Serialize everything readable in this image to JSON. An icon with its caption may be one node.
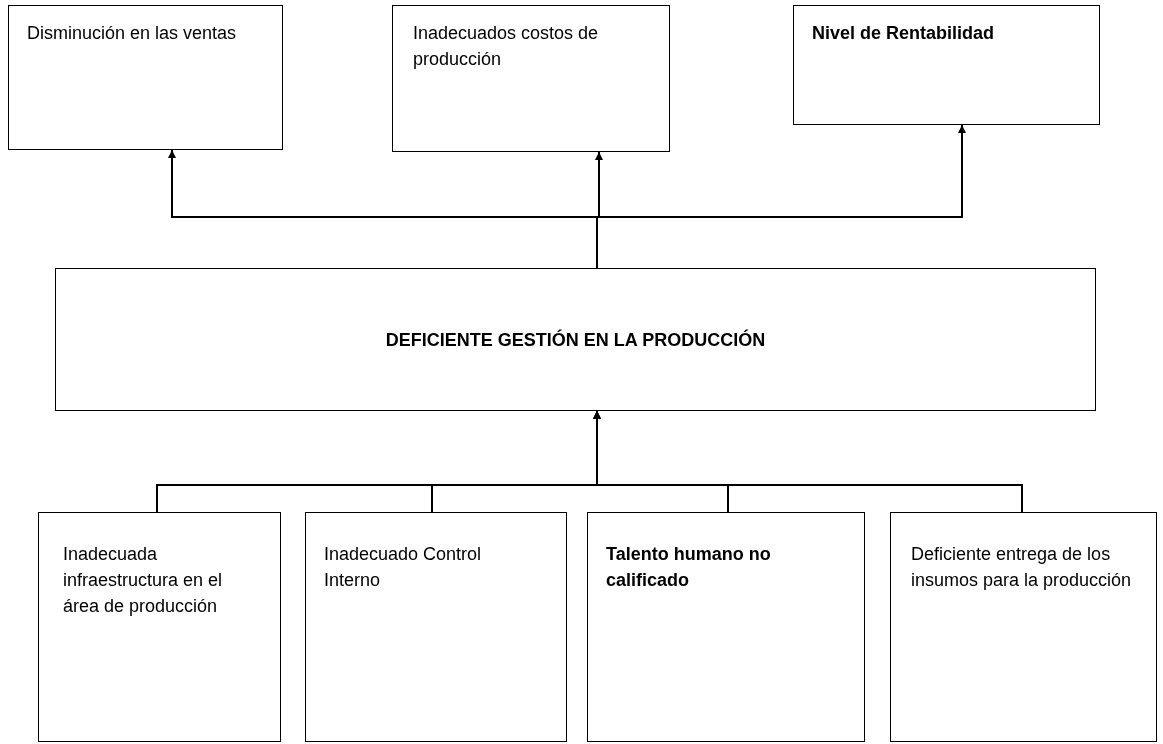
{
  "diagram": {
    "nodes": [
      {
        "text": [
          "Disminución en las ventas"
        ]
      },
      {
        "text": [
          "Inadecuados costos de producción"
        ]
      },
      {
        "text": [
          "Nivel de Rentabilidad"
        ]
      },
      {
        "text": [
          "DEFICIENTE GESTIÓN EN LA PRODUCCIÓN"
        ]
      },
      {
        "text": [
          "Inadecuada infraestructura en el área de producción"
        ]
      },
      {
        "text": [
          "Inadecuado Control Interno"
        ]
      },
      {
        "text": [
          "Talento humano no calificado"
        ]
      },
      {
        "text": [
          "Deficiente entrega de los insumos para la producción"
        ]
      }
    ],
    "edges": [
      {
        "from": 3,
        "to": 0,
        "arrow": "to"
      },
      {
        "from": 3,
        "to": 1,
        "arrow": "to"
      },
      {
        "from": 3,
        "to": 2,
        "arrow": "to"
      },
      {
        "from": 4,
        "to": 3,
        "arrow": "to"
      },
      {
        "from": 5,
        "to": 3,
        "arrow": "to"
      },
      {
        "from": 6,
        "to": 3,
        "arrow": "to"
      },
      {
        "from": 7,
        "to": 3,
        "arrow": "to"
      }
    ]
  }
}
